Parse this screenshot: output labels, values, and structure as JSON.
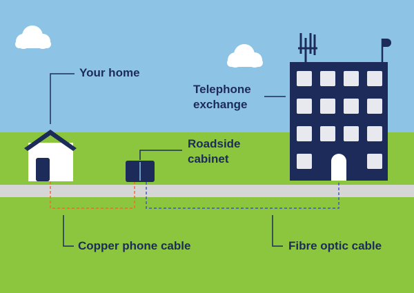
{
  "labels": {
    "home": "Your home",
    "exchange_line1": "Telephone",
    "exchange_line2": "exchange",
    "cabinet_line1": "Roadside",
    "cabinet_line2": "cabinet",
    "copper": "Copper phone cable",
    "fibre": "Fibre optic cable"
  },
  "colors": {
    "sky": "#8dc4e6",
    "grass": "#8cc63f",
    "road": "#d6d6d6",
    "navy": "#1c2b5a",
    "copper_cable": "#f26a2b",
    "fibre_cable": "#3d57c4",
    "white": "#ffffff"
  }
}
